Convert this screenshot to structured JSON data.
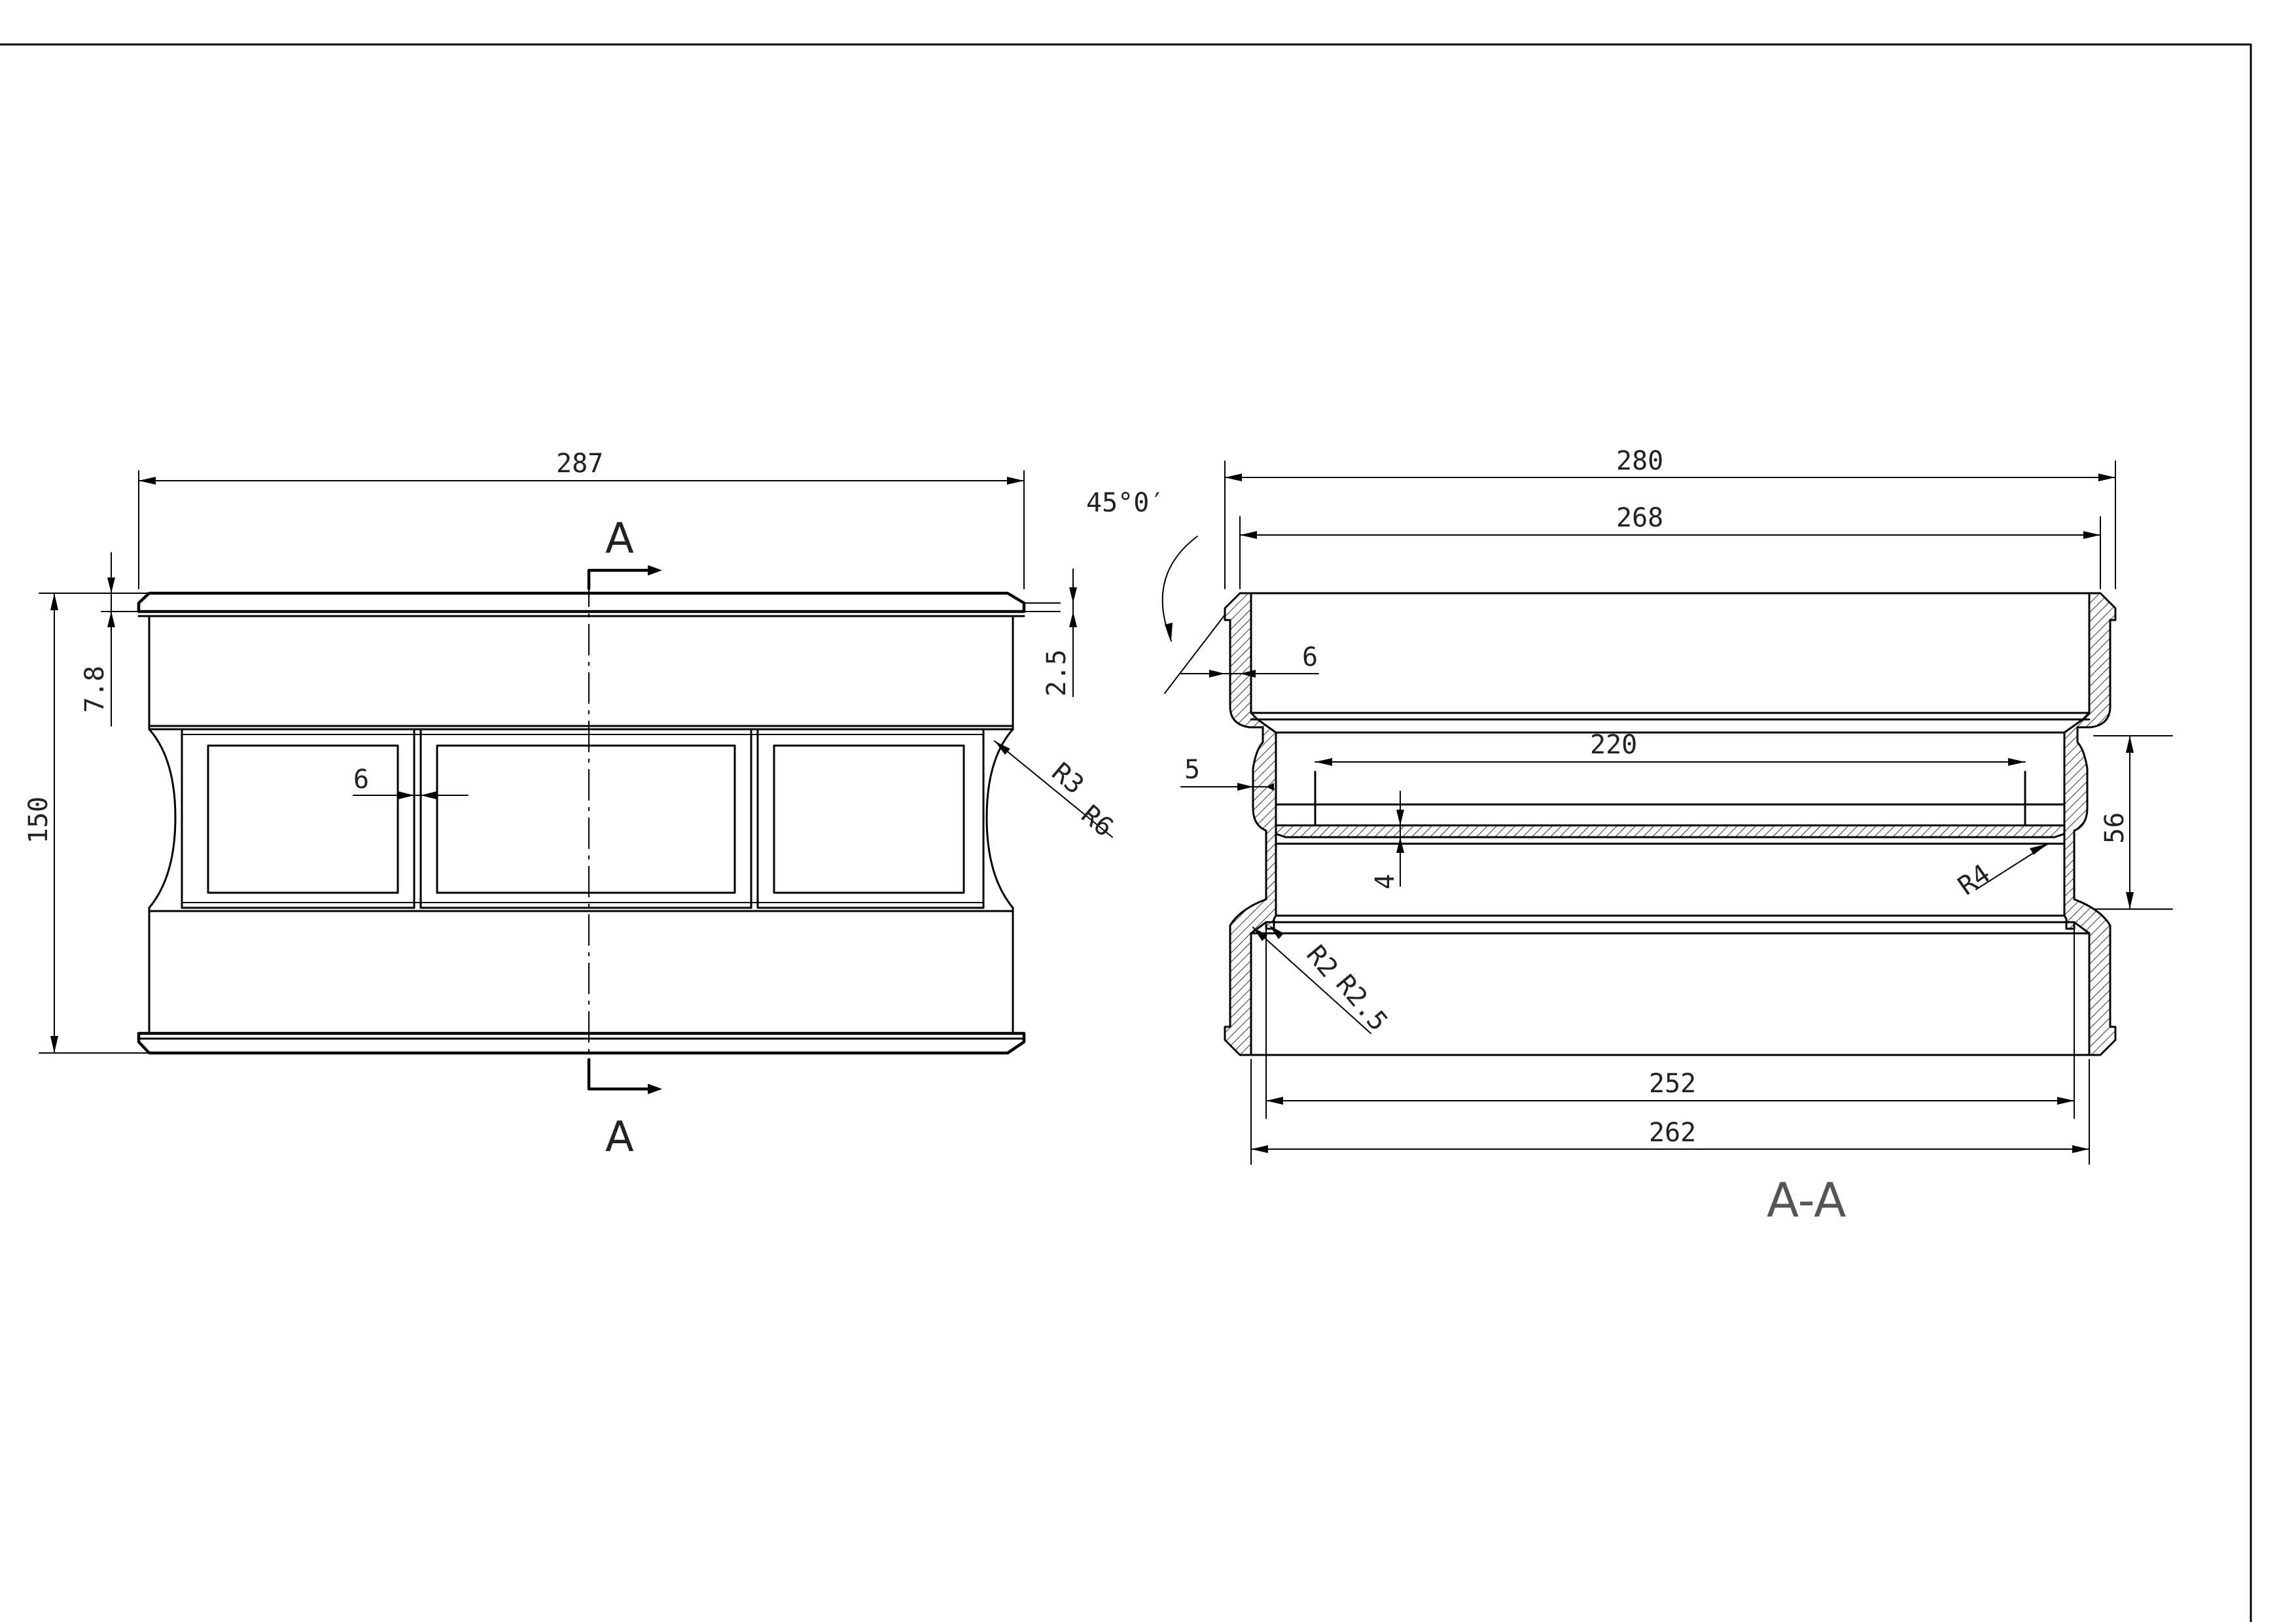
{
  "sheet": {
    "section_label": "A-A",
    "cut_marker_top": "A",
    "cut_marker_bottom": "A"
  },
  "front_view": {
    "dimensions": {
      "overall_width": "287",
      "overall_height": "150",
      "flange_height": "7.8",
      "lip_step": "2.5",
      "rib_width": "6",
      "radius_outer": "R3",
      "radius_outer2": "R6"
    }
  },
  "section_view": {
    "dimensions": {
      "top_outer": "280",
      "top_inner": "268",
      "chamfer_angle": "45°0′",
      "wall": "6",
      "groove_wall": "5",
      "inner_ledge": "220",
      "ledge_step": "4",
      "groove_height": "56",
      "radius_ledge": "R4",
      "radius_a": "R2",
      "radius_b": "R2.5",
      "bottom_inner": "252",
      "bottom_outer": "262"
    }
  }
}
